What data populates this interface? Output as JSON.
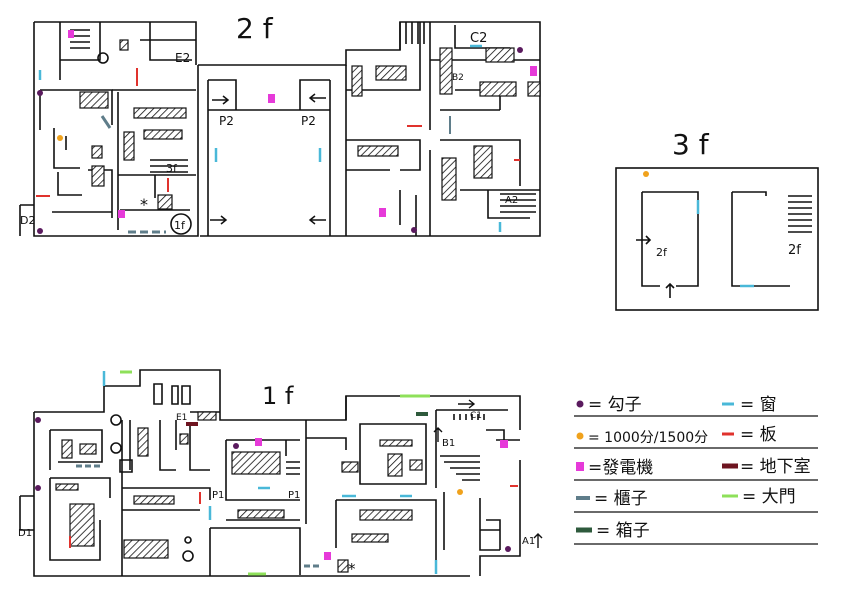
{
  "floors": {
    "f2": {
      "title": "2 f",
      "labels": {
        "e2": "E2",
        "c2": "C2",
        "p2_left": "P2",
        "p2_right": "P2",
        "b2": "B2",
        "a2": "A2",
        "d2": "D2",
        "stair_3f": "3f",
        "stair_1f": "1f",
        "spawn": "*"
      }
    },
    "f3": {
      "title": "3 f",
      "labels": {
        "stair_2f": "2f",
        "arrow_2f": "2f"
      }
    },
    "f1": {
      "title": "1 f",
      "labels": {
        "e1": "E1",
        "c1": "C1",
        "b1": "B1",
        "p1_left": "P1",
        "p1_right": "P1",
        "a1": "A1",
        "d1": "D1",
        "spawn": "*"
      }
    }
  },
  "legend": {
    "items": [
      {
        "symbol": "purple-dot",
        "color": "#5a1a5e",
        "label": "= 勾子"
      },
      {
        "symbol": "cyan-dash",
        "color": "#49b8d8",
        "label": "= 窗"
      },
      {
        "symbol": "orange-dot",
        "color": "#f0a21c",
        "label": "= 1000分/1500分"
      },
      {
        "symbol": "red-dash",
        "color": "#e0322d",
        "label": "= 板"
      },
      {
        "symbol": "magenta-square",
        "color": "#e63ad9",
        "label": "=發電機"
      },
      {
        "symbol": "darkred-bar",
        "color": "#6e1420",
        "label": "= 地下室"
      },
      {
        "symbol": "gray-dash",
        "color": "#5f7d8a",
        "label": "= 櫃子"
      },
      {
        "symbol": "green-dash",
        "color": "#8ee05a",
        "label": "= 大門"
      },
      {
        "symbol": "darkgreen-bar",
        "color": "#2e5a3c",
        "label": "= 箱子"
      }
    ]
  },
  "colors": {
    "hook": "#5a1a5e",
    "window": "#49b8d8",
    "points": "#f0a21c",
    "pallet": "#e0322d",
    "generator": "#e63ad9",
    "basement": "#6e1420",
    "locker": "#5f7d8a",
    "exit_gate": "#8ee05a",
    "chest": "#2e5a3c",
    "ink": "#111111"
  }
}
